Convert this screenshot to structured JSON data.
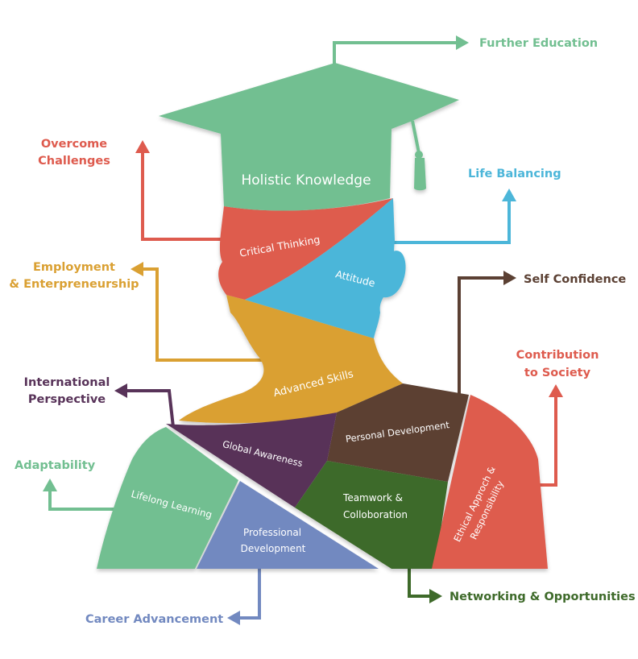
{
  "segments": {
    "holistic_knowledge": "Holistic Knowledge",
    "critical_thinking": "Critical Thinking",
    "attitude": "Attitude",
    "advanced_skills": "Advanced Skills",
    "global_awareness": "Global Awareness",
    "personal_development": "Personal Development",
    "lifelong_learning": "Lifelong Learning",
    "teamwork_line1": "Teamwork &",
    "teamwork_line2": "Colloboration",
    "professional_line1": "Professional",
    "professional_line2": "Development",
    "ethical_line1": "Ethical Approch &",
    "ethical_line2": "Responsibility"
  },
  "outcomes": {
    "further_education": "Further Education",
    "overcome_line1": "Overcome",
    "overcome_line2": "Challenges",
    "life_balancing": "Life Balancing",
    "employment_line1": "Employment",
    "employment_line2": "& Enterpreneurship",
    "self_confidence": "Self Confidence",
    "contribution_line1": "Contribution",
    "contribution_line2": "to Society",
    "international_line1": "International",
    "international_line2": "Perspective",
    "adaptability": "Adaptability",
    "networking": "Networking & Opportunities",
    "career_advancement": "Career Advancement"
  },
  "colors": {
    "green": "#72bf91",
    "red": "#de5b4e",
    "blue": "#4cb6d9",
    "gold": "#daa032",
    "purple": "#583359",
    "brown": "#5b4033",
    "dark_green": "#3e6a2a",
    "periwinkle": "#7289c0"
  }
}
